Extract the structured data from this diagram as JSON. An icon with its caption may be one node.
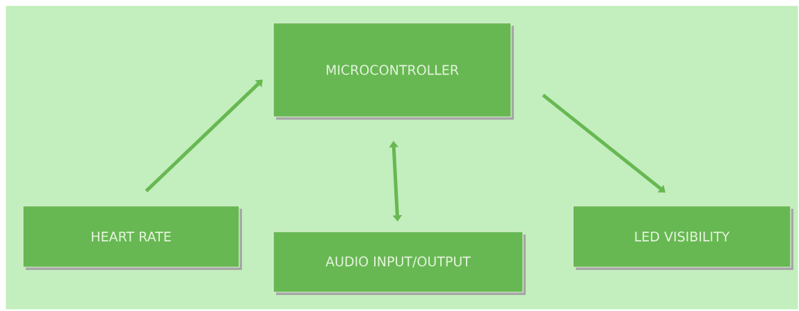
{
  "diagram": {
    "nodes": [
      {
        "text": [
          "MICROCONTROLLER"
        ]
      },
      {
        "text": [
          "HEART RATE"
        ]
      },
      {
        "text": [
          "AUDIO INPUT/OUTPUT"
        ]
      },
      {
        "text": [
          "LED VISIBILITY"
        ]
      }
    ],
    "edges": [
      {
        "from": 1,
        "to": 0,
        "arrow": "to"
      },
      {
        "from": 0,
        "to": 2,
        "arrow": "both"
      },
      {
        "from": 0,
        "to": 3,
        "arrow": "to"
      }
    ]
  }
}
